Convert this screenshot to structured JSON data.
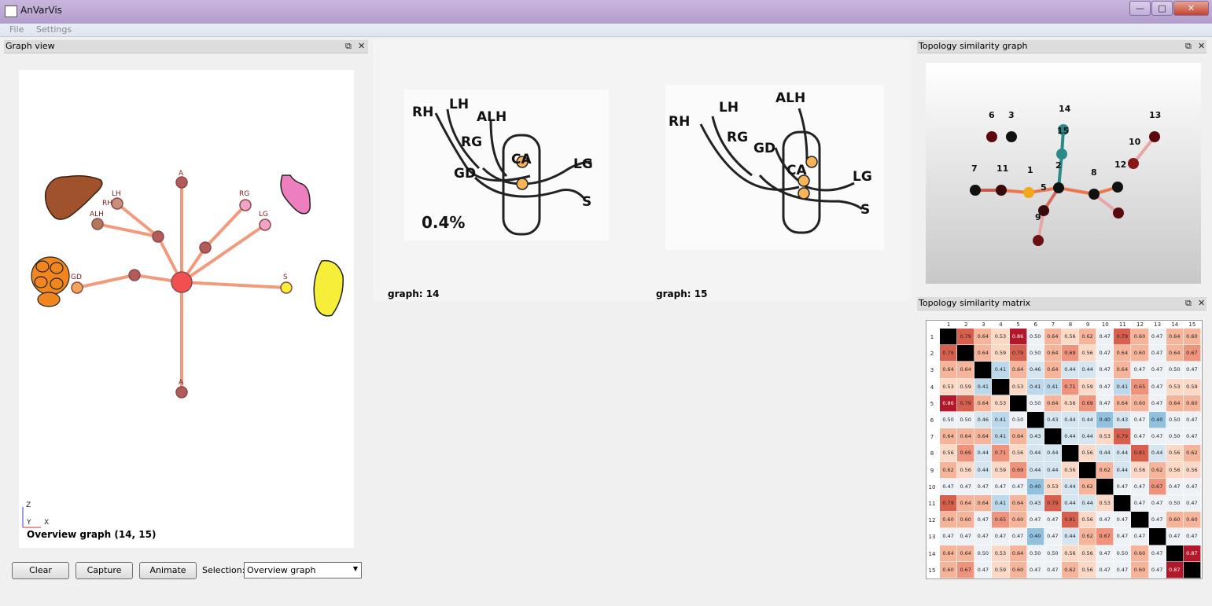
{
  "window": {
    "title": "AnVarVis",
    "minimize": "—",
    "maximize": "□",
    "close": "✕"
  },
  "menu": {
    "items": [
      "File",
      "Settings"
    ]
  },
  "graph_view": {
    "title": "Graph view",
    "overview_label": "Overview graph (14, 15)",
    "axes": {
      "z": "Z",
      "y": "Y",
      "x": "X"
    },
    "node_labels": {
      "a_top": "A",
      "lh": "LH",
      "rh": "RH",
      "alh": "ALH",
      "rg": "RG",
      "lg": "LG",
      "gd": "GD",
      "s": "S",
      "a_bottom": "A"
    },
    "buttons": {
      "clear": "Clear",
      "capture": "Capture",
      "animate": "Animate"
    },
    "selection_label": "Selection:",
    "selection_value": "Overview graph"
  },
  "center": {
    "left_caption": "graph: 14",
    "right_caption": "graph: 15",
    "left_percent": "0.4%",
    "labels": {
      "rh": "RH",
      "lh": "LH",
      "alh": "ALH",
      "rg": "RG",
      "gd": "GD",
      "ca": "CA",
      "lg": "LG",
      "s": "S"
    }
  },
  "topology_graph": {
    "title": "Topology similarity graph",
    "node_labels": [
      "1",
      "2",
      "3",
      "5",
      "6",
      "7",
      "8",
      "9",
      "10",
      "11",
      "12",
      "13",
      "14",
      "15"
    ]
  },
  "topology_matrix": {
    "title": "Topology similarity matrix",
    "headers": [
      "1",
      "2",
      "3",
      "4",
      "5",
      "6",
      "7",
      "8",
      "9",
      "10",
      "11",
      "12",
      "13",
      "14",
      "15"
    ],
    "rows": [
      [
        "",
        "0.79",
        "0.64",
        "0.53",
        "0.86",
        "0.50",
        "0.64",
        "0.56",
        "0.62",
        "0.47",
        "0.79",
        "0.60",
        "0.47",
        "0.64",
        "0.60"
      ],
      [
        "0.79",
        "",
        "0.64",
        "0.59",
        "0.79",
        "0.50",
        "0.64",
        "0.69",
        "0.56",
        "0.47",
        "0.64",
        "0.60",
        "0.47",
        "0.64",
        "0.67"
      ],
      [
        "0.64",
        "0.64",
        "",
        "0.41",
        "0.64",
        "0.46",
        "0.64",
        "0.44",
        "0.44",
        "0.47",
        "0.64",
        "0.47",
        "0.47",
        "0.50",
        "0.47"
      ],
      [
        "0.53",
        "0.59",
        "0.41",
        "",
        "0.53",
        "0.41",
        "0.41",
        "0.71",
        "0.59",
        "0.47",
        "0.41",
        "0.65",
        "0.47",
        "0.53",
        "0.59"
      ],
      [
        "0.86",
        "0.79",
        "0.64",
        "0.53",
        "",
        "0.50",
        "0.64",
        "0.56",
        "0.69",
        "0.47",
        "0.64",
        "0.60",
        "0.47",
        "0.64",
        "0.60"
      ],
      [
        "0.50",
        "0.50",
        "0.46",
        "0.41",
        "0.50",
        "",
        "0.43",
        "0.44",
        "0.44",
        "0.40",
        "0.43",
        "0.47",
        "0.40",
        "0.50",
        "0.47"
      ],
      [
        "0.64",
        "0.64",
        "0.64",
        "0.41",
        "0.64",
        "0.43",
        "",
        "0.44",
        "0.44",
        "0.53",
        "0.79",
        "0.47",
        "0.47",
        "0.50",
        "0.47"
      ],
      [
        "0.56",
        "0.69",
        "0.44",
        "0.71",
        "0.56",
        "0.44",
        "0.44",
        "",
        "0.56",
        "0.44",
        "0.44",
        "0.81",
        "0.44",
        "0.56",
        "0.62"
      ],
      [
        "0.62",
        "0.56",
        "0.44",
        "0.59",
        "0.69",
        "0.44",
        "0.44",
        "0.56",
        "",
        "0.62",
        "0.44",
        "0.56",
        "0.62",
        "0.56",
        "0.56"
      ],
      [
        "0.47",
        "0.47",
        "0.47",
        "0.47",
        "0.47",
        "0.40",
        "0.53",
        "0.44",
        "0.62",
        "",
        "0.47",
        "0.47",
        "0.67",
        "0.47",
        "0.47"
      ],
      [
        "0.79",
        "0.64",
        "0.64",
        "0.41",
        "0.64",
        "0.43",
        "0.79",
        "0.44",
        "0.44",
        "0.53",
        "",
        "0.47",
        "0.47",
        "0.50",
        "0.47"
      ],
      [
        "0.60",
        "0.60",
        "0.47",
        "0.65",
        "0.60",
        "0.47",
        "0.47",
        "0.81",
        "0.56",
        "0.47",
        "0.47",
        "",
        "0.47",
        "0.60",
        "0.60"
      ],
      [
        "0.47",
        "0.47",
        "0.47",
        "0.47",
        "0.47",
        "0.40",
        "0.47",
        "0.44",
        "0.62",
        "0.67",
        "0.47",
        "0.47",
        "",
        "0.47",
        "0.47"
      ],
      [
        "0.64",
        "0.64",
        "0.50",
        "0.53",
        "0.64",
        "0.50",
        "0.50",
        "0.56",
        "0.56",
        "0.47",
        "0.50",
        "0.60",
        "0.47",
        "",
        "0.87"
      ],
      [
        "0.60",
        "0.67",
        "0.47",
        "0.59",
        "0.60",
        "0.47",
        "0.47",
        "0.62",
        "0.56",
        "0.47",
        "0.47",
        "0.60",
        "0.47",
        "0.87",
        ""
      ]
    ]
  },
  "icons": {
    "float": "⧉",
    "close": "✕"
  }
}
